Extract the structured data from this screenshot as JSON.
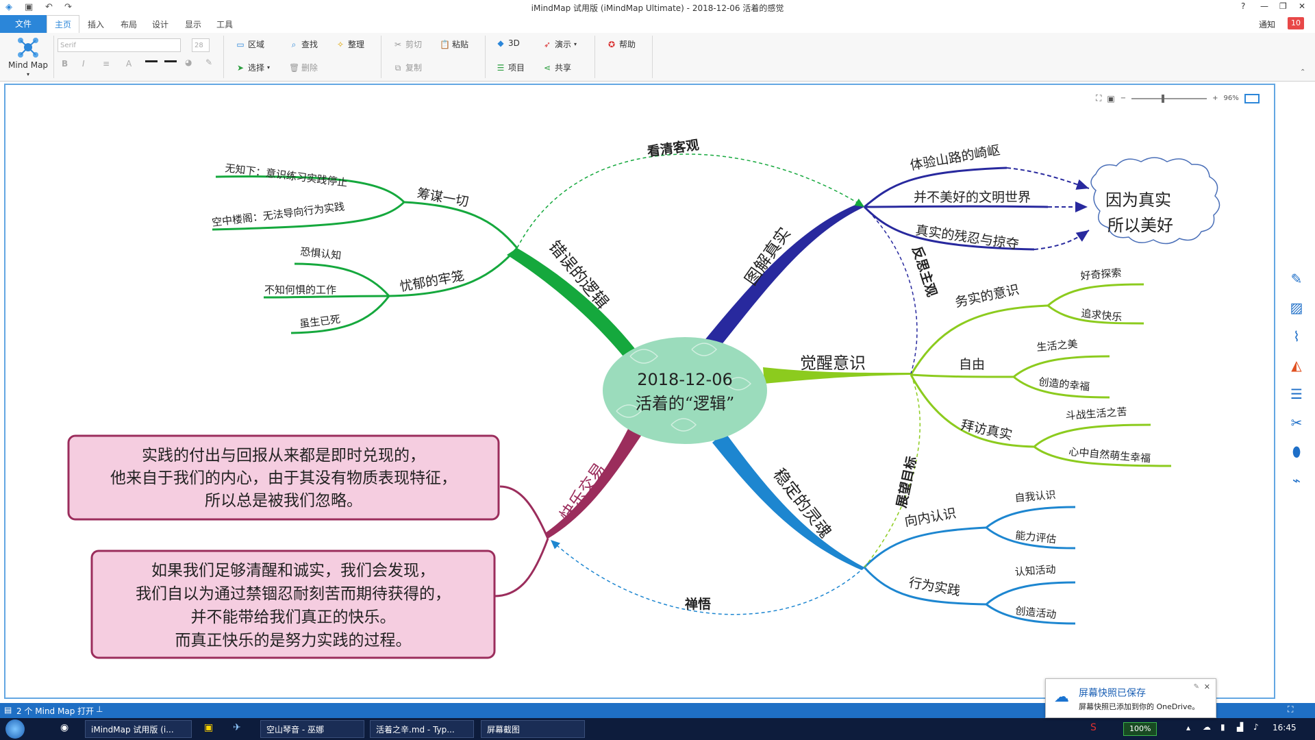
{
  "window": {
    "title": "iMindMap 试用版 (iMindMap Ultimate) - 2018-12-06 活着的感觉",
    "help": "?",
    "minimize": "—",
    "restore": "❐",
    "close": "✕"
  },
  "tabs": {
    "file": "文件",
    "home": "主页",
    "insert": "插入",
    "layout": "布局",
    "design": "设计",
    "view": "显示",
    "tools": "工具",
    "notice": "通知",
    "notice_count": "10"
  },
  "ribbon": {
    "mindmap": "Mind Map",
    "font_name": "Serif",
    "font_size": "28",
    "region": "区域",
    "find": "查找",
    "organize": "整理",
    "select": "选择",
    "delete": "删除",
    "cut": "剪切",
    "paste": "粘贴",
    "copy": "复制",
    "three_d": "3D",
    "present": "演示",
    "project": "项目",
    "share": "共享",
    "help": "帮助"
  },
  "zoom": {
    "level": "96%"
  },
  "mindmap": {
    "center_line1": "2018-12-06",
    "center_line2": "活着的“逻辑”",
    "branch_wrong_logic": "错误的逻辑",
    "branch_understand_reality": "图解真实",
    "branch_awaken": "觉醒意识",
    "branch_stable_soul": "稳定的灵魂",
    "branch_happy_trade": "快乐交易",
    "sub_plan_all": "筹谋一切",
    "sub_plan_1": "无知下：意识练习实践停止",
    "sub_plan_2": "空中楼阁：无法导向行为实践",
    "sub_cage": "忧郁的牢笼",
    "sub_cage_1": "恐惧认知",
    "sub_cage_2": "不知何惧的工作",
    "sub_cage_3": "虽生已死",
    "sub_real_1": "体验山路的崎岖",
    "sub_real_2": "并不美好的文明世界",
    "sub_real_3": "真实的残忍与掠夺",
    "cloud_line1": "因为真实",
    "cloud_line2": "所以美好",
    "sub_practical": "务实的意识",
    "sub_practical_1": "好奇探索",
    "sub_practical_2": "追求快乐",
    "sub_freedom": "自由",
    "sub_freedom_1": "生活之美",
    "sub_freedom_2": "创造的幸福",
    "sub_visit": "拜访真实",
    "sub_visit_1": "斗战生活之苦",
    "sub_visit_2": "心中自然萌生幸福",
    "sub_inward": "向内认识",
    "sub_inward_1": "自我认识",
    "sub_inward_2": "能力评估",
    "sub_action": "行为实践",
    "sub_action_1": "认知活动",
    "sub_action_2": "创造活动",
    "rel_see_objective": "看清客观",
    "rel_reflect": "反思主观",
    "rel_hope": "展望目标",
    "rel_zen": "禅悟",
    "box1_line1": "实践的付出与回报从来都是即时兑现的，",
    "box1_line2": "他来自于我们的内心，由于其没有物质表现特征，",
    "box1_line3": "所以总是被我们忽略。",
    "box2_line1": "如果我们足够清醒和诚实，我们会发现，",
    "box2_line2": "我们自以为通过禁锢忍耐刻苦而期待获得的，",
    "box2_line3": "并不能带给我们真正的快乐。",
    "box2_line4": "而真正快乐的是努力实践的过程。"
  },
  "status": {
    "open_count": "2 个 Mind Map 打开"
  },
  "taskbar": {
    "app1": "iMindMap 试用版 (i...",
    "app2": "空山琴音 - 巫娜",
    "app3": "活着之辛.md - Typ...",
    "app4": "屏幕截图",
    "battery": "100%",
    "time": "16:45"
  },
  "toast": {
    "title": "屏幕快照已保存",
    "body": "屏幕快照已添加到你的 OneDrive。"
  },
  "colors": {
    "accent": "#2b86d9",
    "green_branch": "#15a83d",
    "navy_branch": "#28299e",
    "lime_branch": "#8ccb1e",
    "blue_branch": "#1d86d0",
    "maroon_branch": "#9b2d5c",
    "center_fill": "#9bdcbc",
    "box_fill": "#f5cde0"
  }
}
